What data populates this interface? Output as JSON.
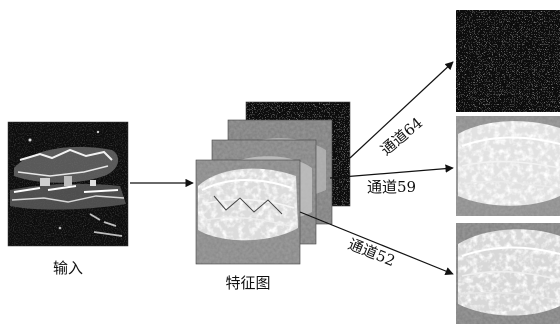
{
  "diagram": {
    "input_label": "输入",
    "feature_map_label": "特征图",
    "channels": [
      {
        "label": "通道64"
      },
      {
        "label": "通道59"
      },
      {
        "label": "通道52"
      }
    ]
  }
}
